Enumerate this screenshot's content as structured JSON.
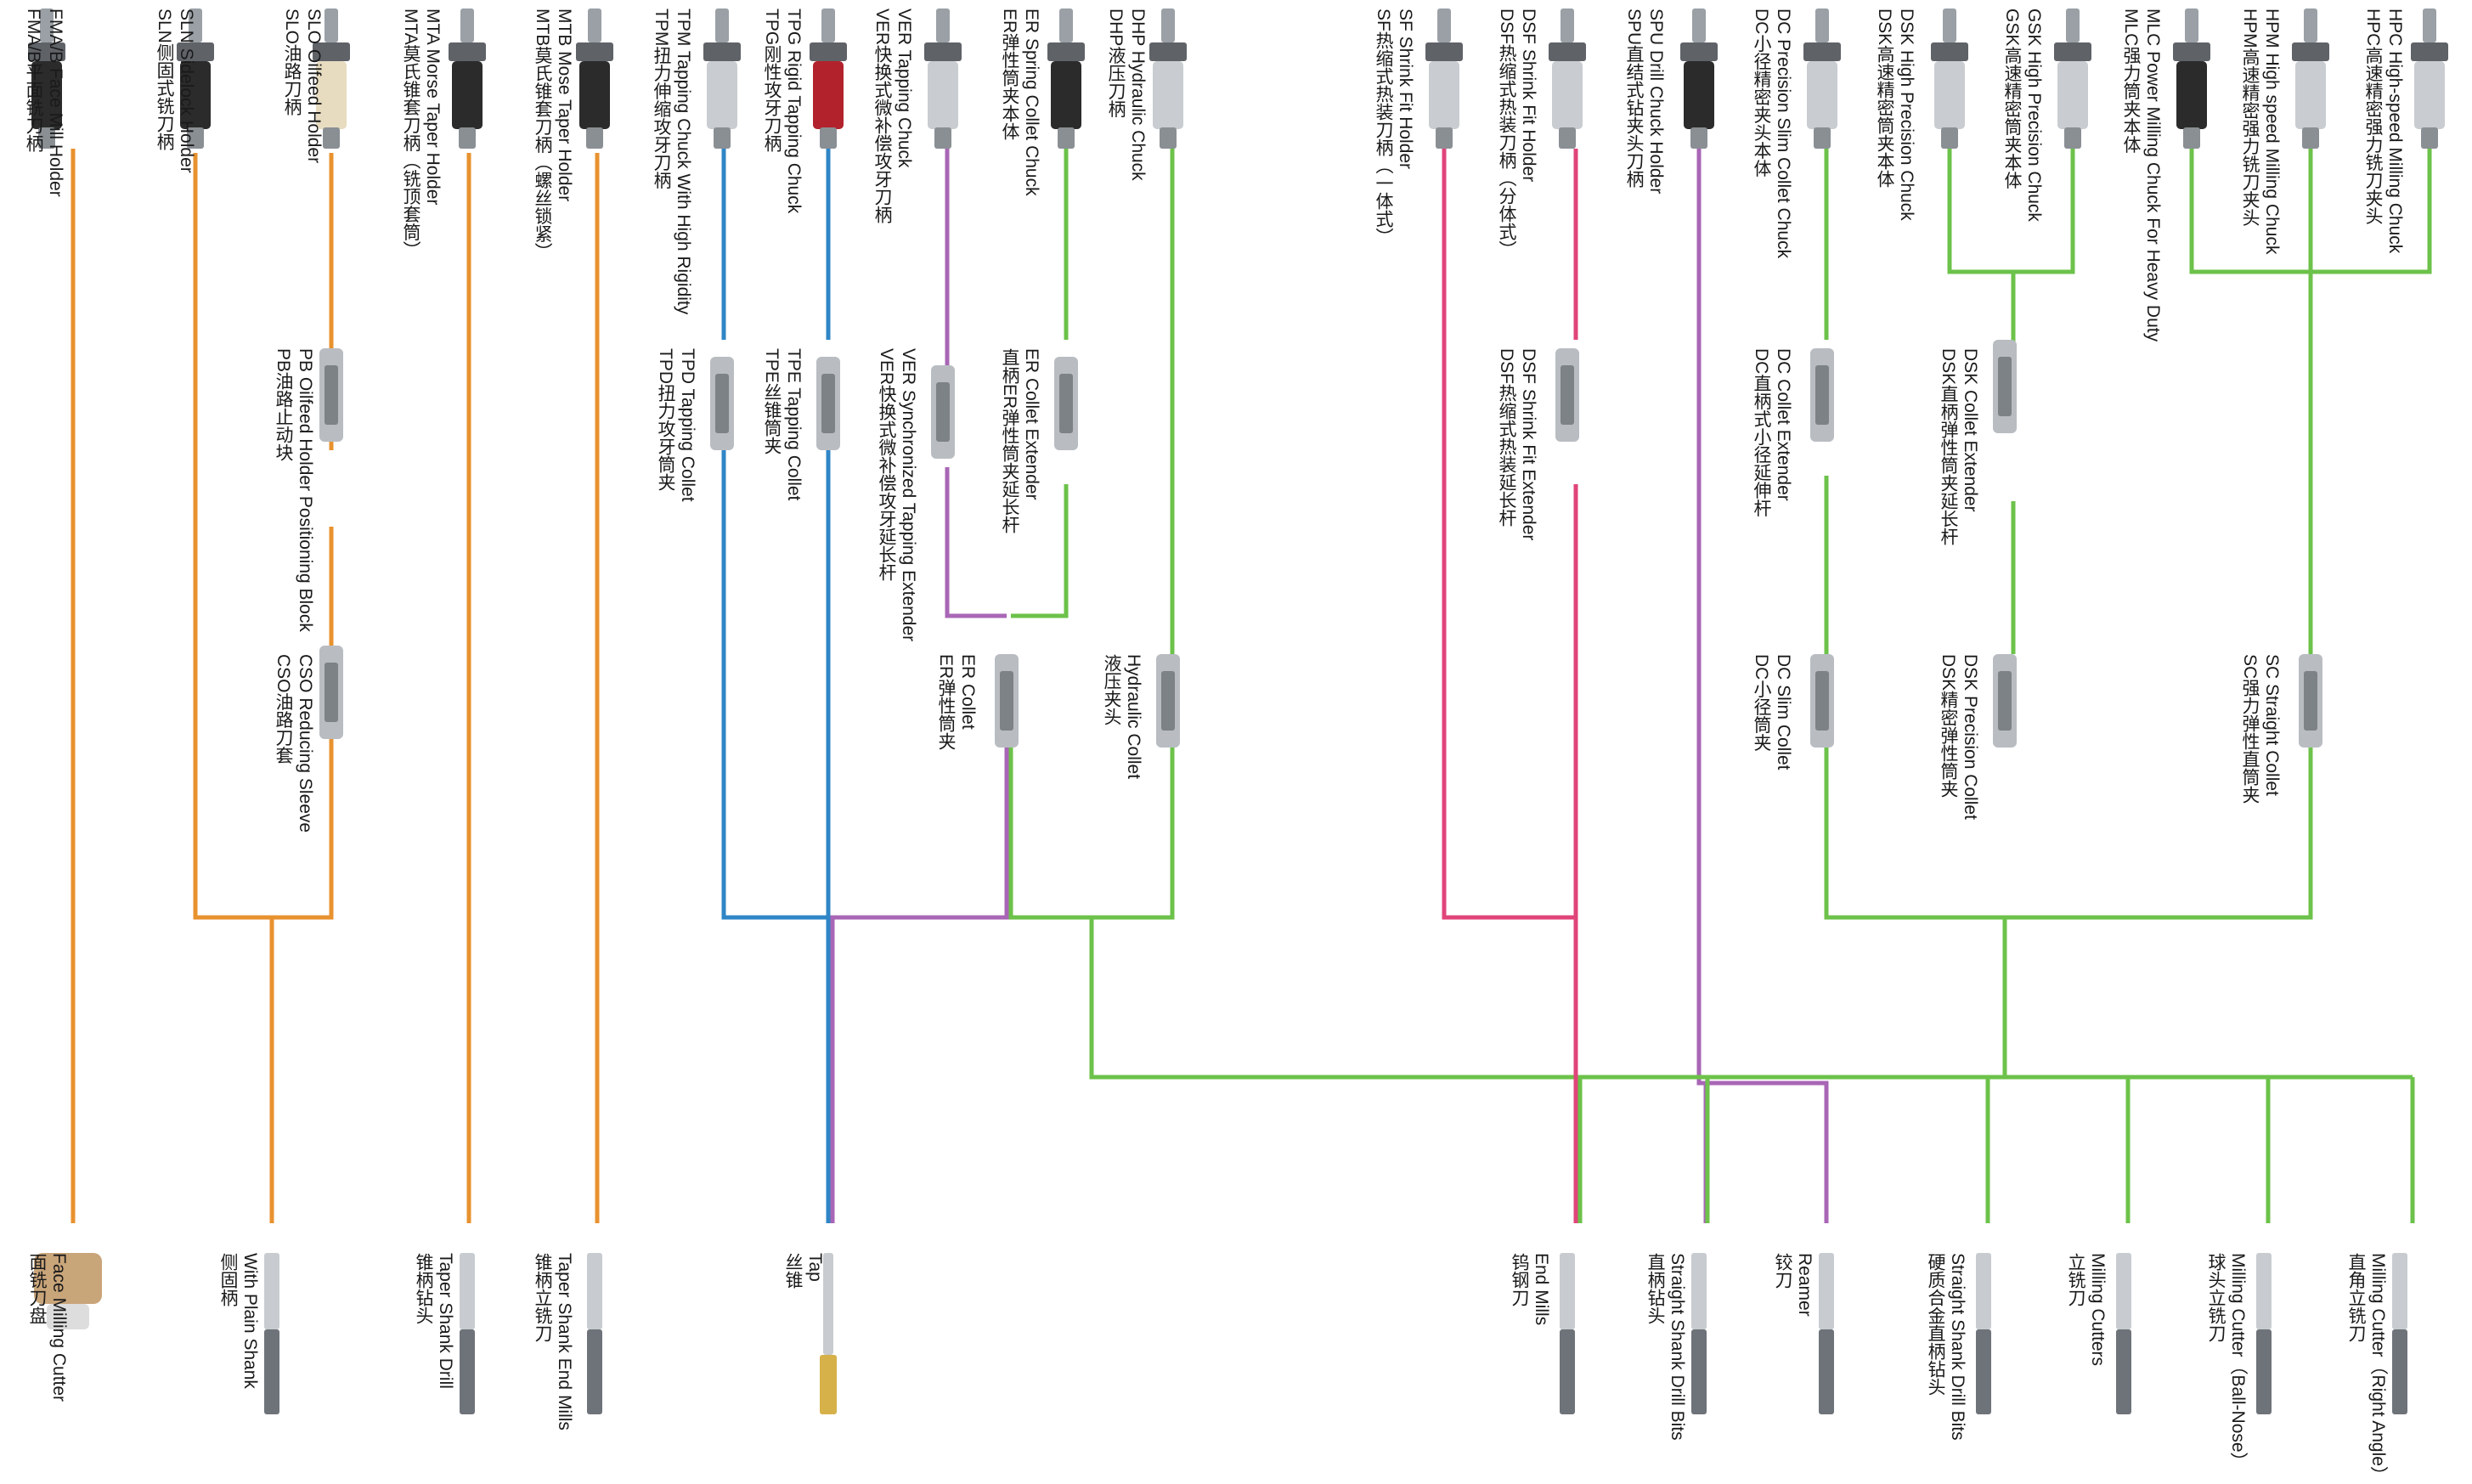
{
  "colors": {
    "orange": "#E8922F",
    "blue": "#2F86C6",
    "purple": "#A866B5",
    "green": "#6CC24A",
    "pink": "#E0457A"
  },
  "holders": [
    {
      "name": "face-mill-holder",
      "en": "FMA/B Face Mill Holder",
      "zh": "FMA/B平面铣刀柄"
    },
    {
      "name": "sidelock-holder",
      "en": "SLN Sidelock Holder",
      "zh": "SLN侧固式铣刀柄"
    },
    {
      "name": "oilfeed-holder",
      "en": "SLO Oilfeed Holder",
      "zh": "SLO油路刀柄"
    },
    {
      "name": "morse-taper-holder",
      "en": "MTA Morse Taper Holder",
      "zh": "MTA莫氏锥套刀柄（铣顶套筒）"
    },
    {
      "name": "mose-taper-holder",
      "en": "MTB Mose Taper Holder",
      "zh": "MTB莫氏锥套刀柄（螺丝锁紧）"
    },
    {
      "name": "tpm-tapping-chuck",
      "en": "TPM Tapping Chuck With High Rigidity",
      "zh": "TPM扭力伸缩攻牙刀柄"
    },
    {
      "name": "tpg-rigid-tapping-chuck",
      "en": "TPG Rigid Tapping Chuck",
      "zh": "TPG刚性攻牙刀柄"
    },
    {
      "name": "ver-tapping-chuck",
      "en": "VER Tapping Chuck",
      "zh": "VER快换式微补偿攻牙刀柄"
    },
    {
      "name": "er-spring-collet-chuck",
      "en": "ER Spring Collet Chuck",
      "zh": "ER弹性筒夹本体"
    },
    {
      "name": "dhp-hydraulic-chuck",
      "en": "DHP Hydraulic Chuck",
      "zh": "DHP液压刀柄"
    },
    {
      "name": "sf-shrink-fit-holder",
      "en": "SF Shrink Fit Holder",
      "zh": "SF热缩式热装刀柄（一体式）"
    },
    {
      "name": "dsf-shrink-fit-holder",
      "en": "DSF Shrink Fit Holder",
      "zh": "DSF热缩式热装刀柄（分体式）"
    },
    {
      "name": "spu-drill-chuck-holder",
      "en": "SPU Drill Chuck Holder",
      "zh": "SPU直结式钻夹头刀柄"
    },
    {
      "name": "dc-precision-slim-collet-chuck",
      "en": "DC Precision Slim Collet Chuck",
      "zh": "DC小径精密夹头本体"
    },
    {
      "name": "dsk-high-precision-chuck",
      "en": "DSK High Precision Chuck",
      "zh": "DSK高速精密筒夹本体"
    },
    {
      "name": "gsk-high-precision-chuck",
      "en": "GSK High Precision Chuck",
      "zh": "GSK高速精密筒夹本体"
    },
    {
      "name": "mlc-power-milling-chuck",
      "en": "MLC Power Milling Chuck For Heavy Duty",
      "zh": "MLC强力筒夹本体"
    },
    {
      "name": "hpm-high-speed-milling-chuck",
      "en": "HPM High speed Milling Chuck",
      "zh": "HPM高速精密强力铣刀夹头"
    },
    {
      "name": "hpc-high-speed-milling-chuck",
      "en": "HPC High-speed Milling Chuck",
      "zh": "HPC高速精密强力铣刀夹头"
    }
  ],
  "intermediates": [
    {
      "name": "pb-oilfeed-positioning-block",
      "en": "PB Oilfeed Holder Positioning Block",
      "zh": "PB油路止动块"
    },
    {
      "name": "cso-reducing-sleeve",
      "en": "CSO Reducing Sleeve",
      "zh": "CSO油路刀套"
    },
    {
      "name": "tpd-tapping-collet",
      "en": "TPD Tapping Collet",
      "zh": "TPD扭力攻牙筒夹"
    },
    {
      "name": "tpe-tapping-collet",
      "en": "TPE Tapping Collet",
      "zh": "TPE丝锥筒夹"
    },
    {
      "name": "ver-synchronized-tapping-extender",
      "en": "VER Synchronized Tapping Extender",
      "zh": "VER快换式微补偿攻牙延长杆"
    },
    {
      "name": "er-collet-extender",
      "en": "ER Collet Extender",
      "zh": "直柄ER弹性筒夹延长杆"
    },
    {
      "name": "er-collet",
      "en": "ER Collet",
      "zh": "ER弹性筒夹"
    },
    {
      "name": "hydraulic-collet",
      "en": "Hydraulic Collet",
      "zh": "液压夹头"
    },
    {
      "name": "dsf-shrink-fit-extender",
      "en": "DSF Shrink Fit Extender",
      "zh": "DSF热缩式热装延长杆"
    },
    {
      "name": "dc-collet-extender",
      "en": "DC Collet Extender",
      "zh": "DC直柄式小径延伸杆"
    },
    {
      "name": "dsk-collet-extender",
      "en": "DSK Collet Extender",
      "zh": "DSK直柄弹性筒夹延长杆"
    },
    {
      "name": "dc-slim-collet",
      "en": "DC Slim Collet",
      "zh": "DC小径筒夹"
    },
    {
      "name": "dsk-precision-collet",
      "en": "DSK Precision Collet",
      "zh": "DSK精密弹性筒夹"
    },
    {
      "name": "sc-straight-collet",
      "en": "SC Straight Collet",
      "zh": "SC强力弹性直筒夹"
    }
  ],
  "tools": [
    {
      "name": "face-milling-cutter",
      "en": "Face Milling Cutter",
      "zh": "面铣刀盘"
    },
    {
      "name": "with-plain-shank",
      "en": "With Plain Shank",
      "zh": "侧固柄"
    },
    {
      "name": "taper-shank-drill",
      "en": "Taper Shank Drill",
      "zh": "锥柄钻头"
    },
    {
      "name": "taper-shank-end-mills",
      "en": "Taper Shank End Mills",
      "zh": "锥柄立铣刀"
    },
    {
      "name": "tap",
      "en": "Tap",
      "zh": "丝锥"
    },
    {
      "name": "end-mills",
      "en": "End Mills",
      "zh": "钨钢刀"
    },
    {
      "name": "straight-shank-drill-bits",
      "en": "Straight Shank Drill Bits",
      "zh": "直柄钻头"
    },
    {
      "name": "reamer",
      "en": "Reamer",
      "zh": "铰刀"
    },
    {
      "name": "carbide-straight-shank-drill-bits",
      "en": "Straight Shank Drill Bits",
      "zh": "硬质合金直柄钻头"
    },
    {
      "name": "milling-cutters",
      "en": "Milling Cutters",
      "zh": "立铣刀"
    },
    {
      "name": "milling-cutter-ball-nose",
      "en": "Milling Cutter（Ball-Nose）",
      "zh": "球头立铣刀"
    },
    {
      "name": "milling-cutter-right-angle",
      "en": "Milling Cutter（Right Angle）",
      "zh": "直角立铣刀"
    }
  ]
}
